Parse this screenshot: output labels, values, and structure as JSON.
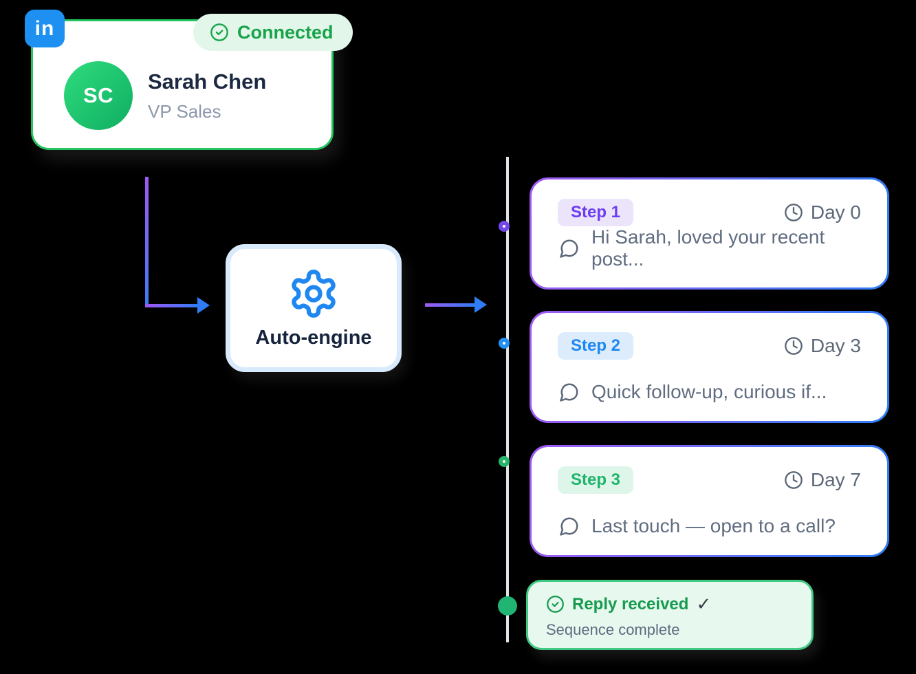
{
  "profile_card": {
    "linkedin_glyph": "in",
    "status_label": "Connected",
    "avatar_initials": "SC",
    "name": "Sarah Chen",
    "role": "VP Sales"
  },
  "engine": {
    "label": "Auto-engine"
  },
  "timeline": {
    "steps": [
      {
        "badge": "Step 1",
        "day": "Day 0",
        "message": "Hi Sarah, loved your recent post..."
      },
      {
        "badge": "Step 2",
        "day": "Day 3",
        "message": "Quick follow-up, curious if..."
      },
      {
        "badge": "Step 3",
        "day": "Day 7",
        "message": "Last touch — open to a call?"
      }
    ],
    "result": {
      "title": "Reply received",
      "check_mark": "✓",
      "subtitle": "Sequence complete"
    }
  },
  "colors": {
    "linkedin_blue": "#1e90f2",
    "profile_border_green": "#22c55e",
    "avatar_gradient_start": "#2fdc7d",
    "avatar_gradient_end": "#0fae62",
    "connected_green": "#18a34a",
    "engine_border_blue": "#d8eafb",
    "gear_blue": "#1e88f0",
    "arrow_gradient_start": "#a158f5",
    "arrow_gradient_end": "#2f7cf6",
    "card_border_gradient_start": "#a259f3",
    "card_border_gradient_end": "#2e7ef5",
    "step1_accent": "#6d3df0",
    "step1_badge_bg": "#ebe4fb",
    "step2_accent": "#1e88f0",
    "step2_badge_bg": "#dcecfc",
    "step3_accent": "#1fb56b",
    "step3_badge_bg": "#def5e9",
    "timeline_gray": "#dfe3e8",
    "node1": "#7348e8",
    "node2": "#2490f4",
    "node3": "#27b56c",
    "final_node_green": "#21b573",
    "reply_bg": "#e7f8ee",
    "reply_border": "#41c981",
    "reply_green": "#169a4e",
    "text_dark": "#1c2940",
    "text_gray": "#606c80"
  }
}
